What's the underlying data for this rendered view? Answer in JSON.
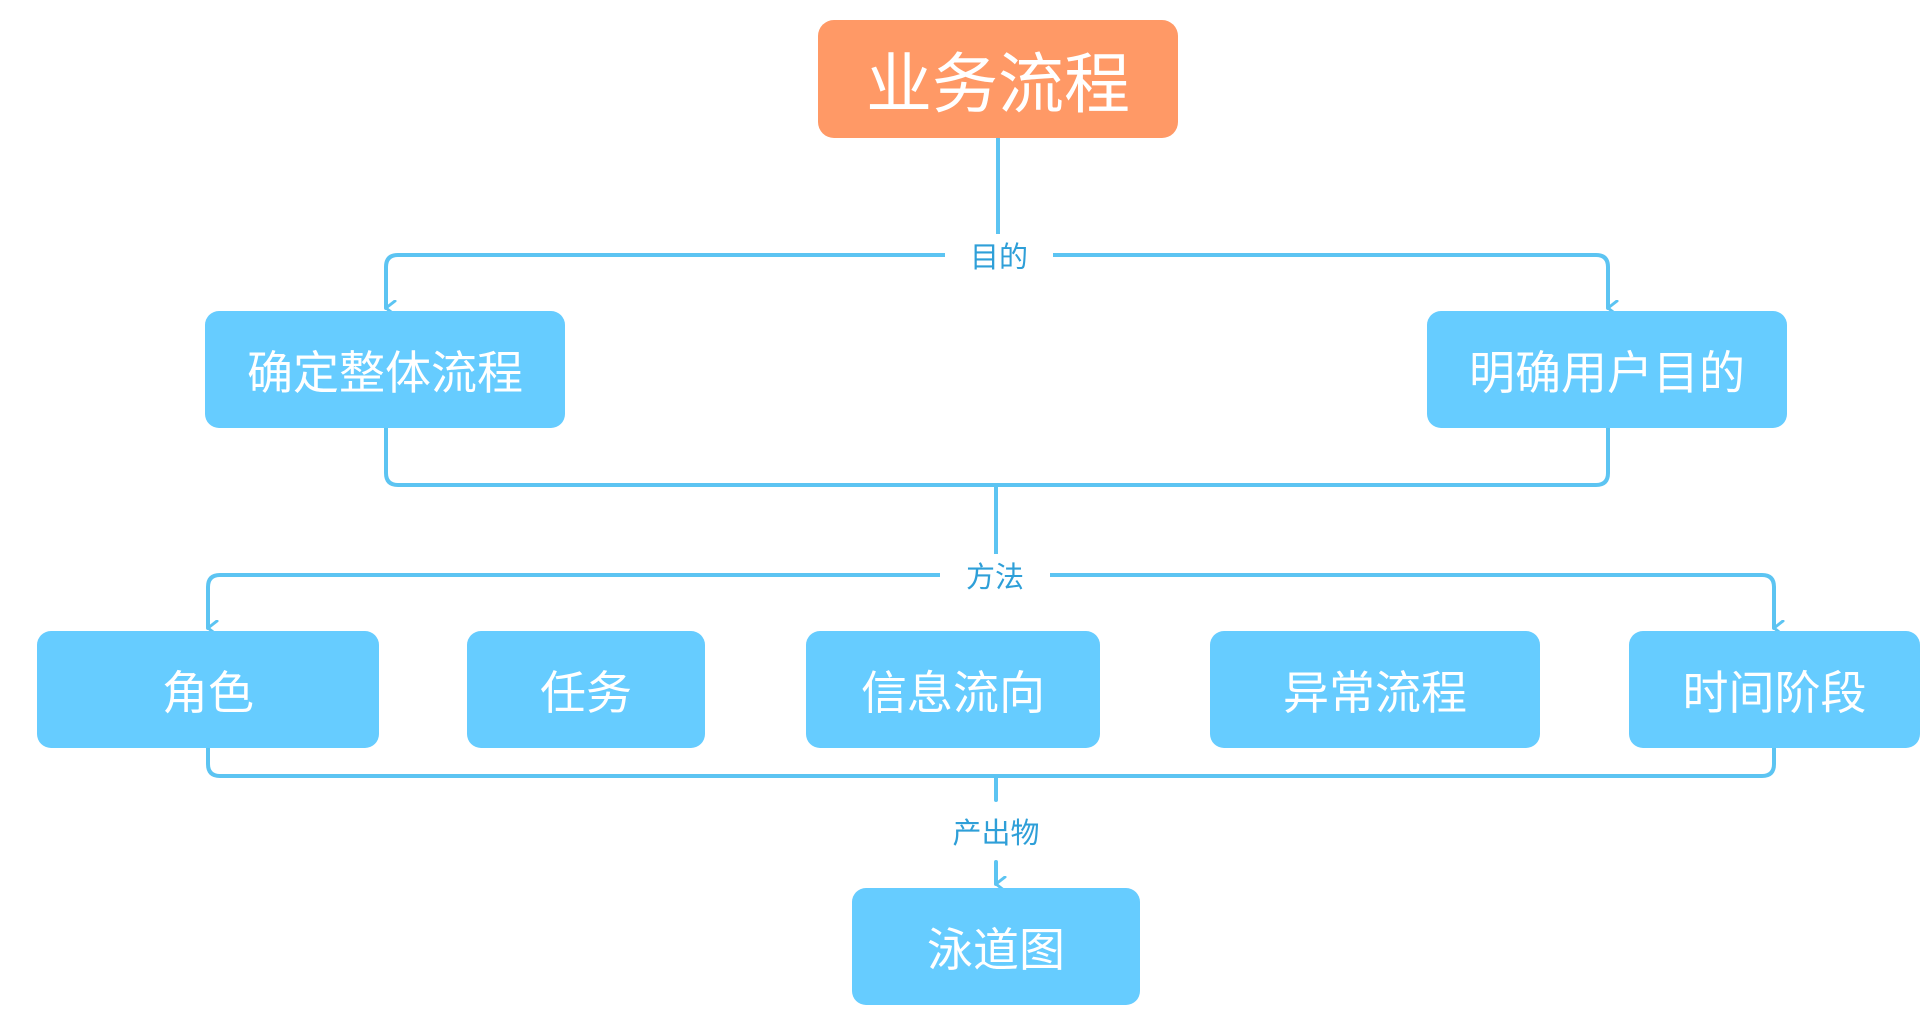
{
  "colors": {
    "root_fill": "#FF9966",
    "node_fill": "#66CCFF",
    "connector": "#5CC4F2",
    "label_text": "#2E9FD8"
  },
  "root": {
    "label": "业务流程"
  },
  "edge_labels": {
    "purpose": "目的",
    "method": "方法",
    "output": "产出物"
  },
  "purpose_nodes": [
    {
      "label": "确定整体流程"
    },
    {
      "label": "明确用户目的"
    }
  ],
  "method_nodes": [
    {
      "label": "角色"
    },
    {
      "label": "任务"
    },
    {
      "label": "信息流向"
    },
    {
      "label": "异常流程"
    },
    {
      "label": "时间阶段"
    }
  ],
  "output_node": {
    "label": "泳道图"
  }
}
